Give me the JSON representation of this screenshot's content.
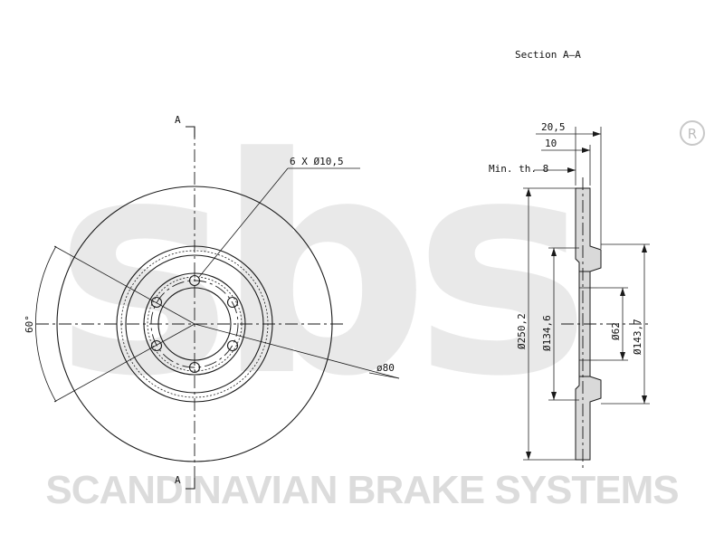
{
  "brand": {
    "logo_text": "sbs",
    "registered_mark": "®",
    "company_name": "SCANDINAVIAN BRAKE SYSTEMS",
    "watermark_color": "#e6e6e6"
  },
  "front_view": {
    "section_marker_top": "A",
    "section_marker_bottom": "A",
    "bolt_holes_label": "6 X Ø10,5",
    "angle_label": "60°",
    "pitch_circle_label": "ø80"
  },
  "section_view": {
    "title": "Section A–A",
    "dim_total_width": "20,5",
    "dim_hat_width": "10",
    "min_thickness": "Min. th. 8",
    "dim_outer_diameter": "Ø250,2",
    "dim_hat_diameter": "Ø134,6",
    "dim_center_bore": "Ø62",
    "dim_hat_outer_diameter": "Ø143,7"
  }
}
